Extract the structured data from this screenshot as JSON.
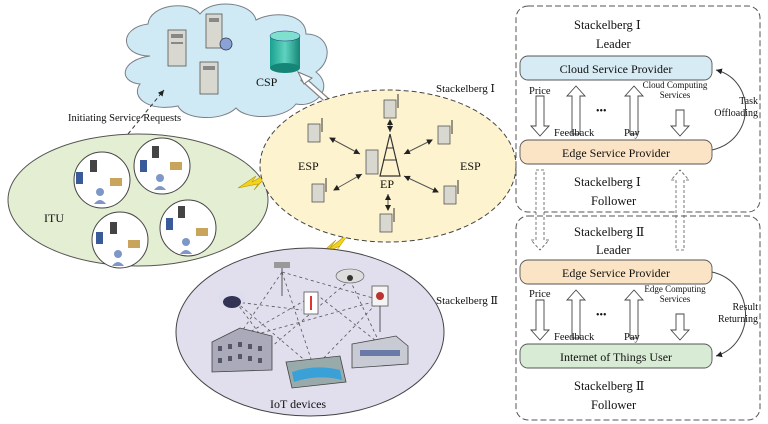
{
  "left": {
    "csp_label": "CSP",
    "initiating_label": "Initiating Service Requests",
    "itu_label": "ITU",
    "esp_left_label": "ESP",
    "esp_right_label": "ESP",
    "ep_label": "EP",
    "stackelberg_1_label": "Stackelberg Ⅰ",
    "stackelberg_2_label": "Stackelberg Ⅱ",
    "iot_label": "IoT devices"
  },
  "right": {
    "top": {
      "title": "Stackelberg Ⅰ",
      "leader": "Leader",
      "cloud_box": "Cloud Service Provider",
      "price": "Price",
      "feedback": "Feedback",
      "pay": "Pay",
      "dots": "•••",
      "services": "Cloud Computing Services",
      "side": "Task Offloading",
      "edge_box": "Edge Service Provider",
      "follower_title": "Stackelberg Ⅰ",
      "follower": "Follower"
    },
    "bottom": {
      "title": "Stackelberg Ⅱ",
      "leader": "Leader",
      "edge_box": "Edge Service Provider",
      "price": "Price",
      "feedback": "Feedback",
      "pay": "Pay",
      "dots": "•••",
      "services": "Edge Computing Services",
      "side": "Result Returning",
      "iot_box": "Internet of Things User",
      "follower_title": "Stackelberg Ⅱ",
      "follower": "Follower"
    }
  },
  "colors": {
    "cloud_fill": "#cfe9f5",
    "itu_fill": "#e4eed3",
    "ep_fill": "#fdf4cf",
    "iot_fill": "#e1dfee",
    "cloud_box": "#d6ebf3",
    "edge_box": "#fbe4c6",
    "iot_box": "#d8ebd5"
  }
}
